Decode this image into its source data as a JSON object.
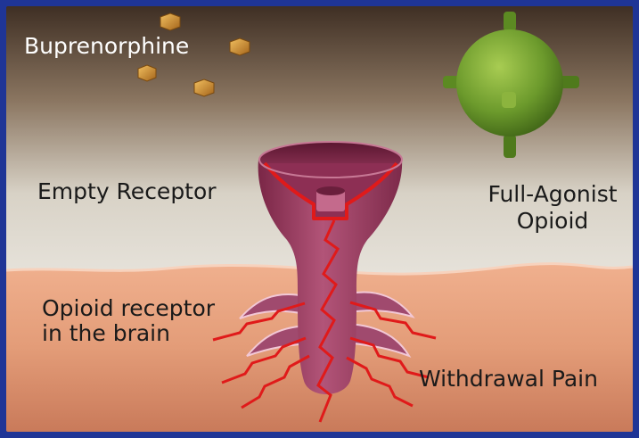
{
  "labels": {
    "buprenorphine": "Buprenorphine",
    "empty_receptor": "Empty Receptor",
    "full_agonist_line1": "Full-Agonist",
    "full_agonist_line2": "Opioid",
    "brain_line1": "Opioid receptor",
    "brain_line2": "in the brain",
    "withdrawal_pain": "Withdrawal Pain"
  },
  "colors": {
    "frame": "#1f3596",
    "sky_top": "#4a3a2c",
    "sky_bottom": "#e0ddd6",
    "tissue": "#e8a482",
    "receptor": "#9c3a5e",
    "signal": "#e01a1a",
    "molecule_green": "#6c9a2c",
    "buprenorphine_gold": "#d08a2a"
  }
}
